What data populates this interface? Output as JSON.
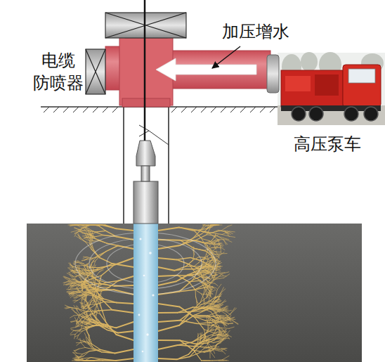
{
  "diagram": {
    "labels": [
      "电缆 防喷器",
      "加压增水",
      "高压泵车"
    ]
  }
}
